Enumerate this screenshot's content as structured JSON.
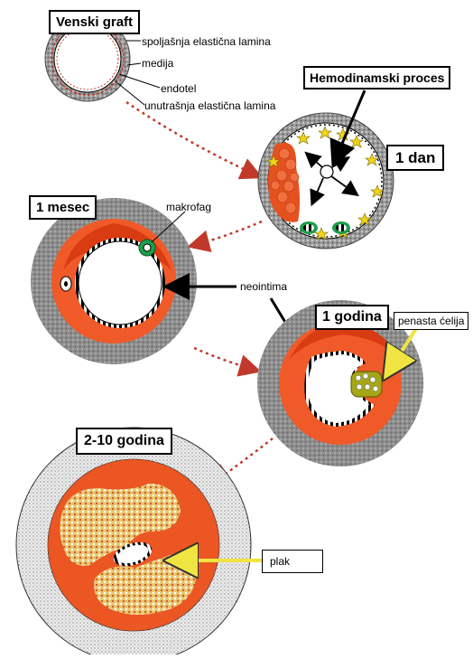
{
  "titles": {
    "graft": "Venski graft",
    "hemo": "Hemodinamski proces",
    "day1": "1 dan",
    "month1": "1 mesec",
    "year1": "1 godina",
    "years": "2-10 godina"
  },
  "labels": {
    "outer_lamina": "spoljašnja elastična lamina",
    "media": "medija",
    "endothel": "endotel",
    "inner_lamina": "unutrašnja elastična lamina",
    "macrophage": "makrofag",
    "neointima": "neointima",
    "foam_cell": "penasta ćelija",
    "plaque": "plak"
  },
  "colors": {
    "neointima": "#f05a28",
    "neointima_dark": "#d93c12",
    "wall_grey": "#8c8c8c",
    "arrow_red": "#c0392b",
    "pointer_yellow": "#f0e442",
    "macrophage_green": "#1e9e4a",
    "plaque_fill": "#e8c46a",
    "star_yellow": "#f2d21b"
  }
}
